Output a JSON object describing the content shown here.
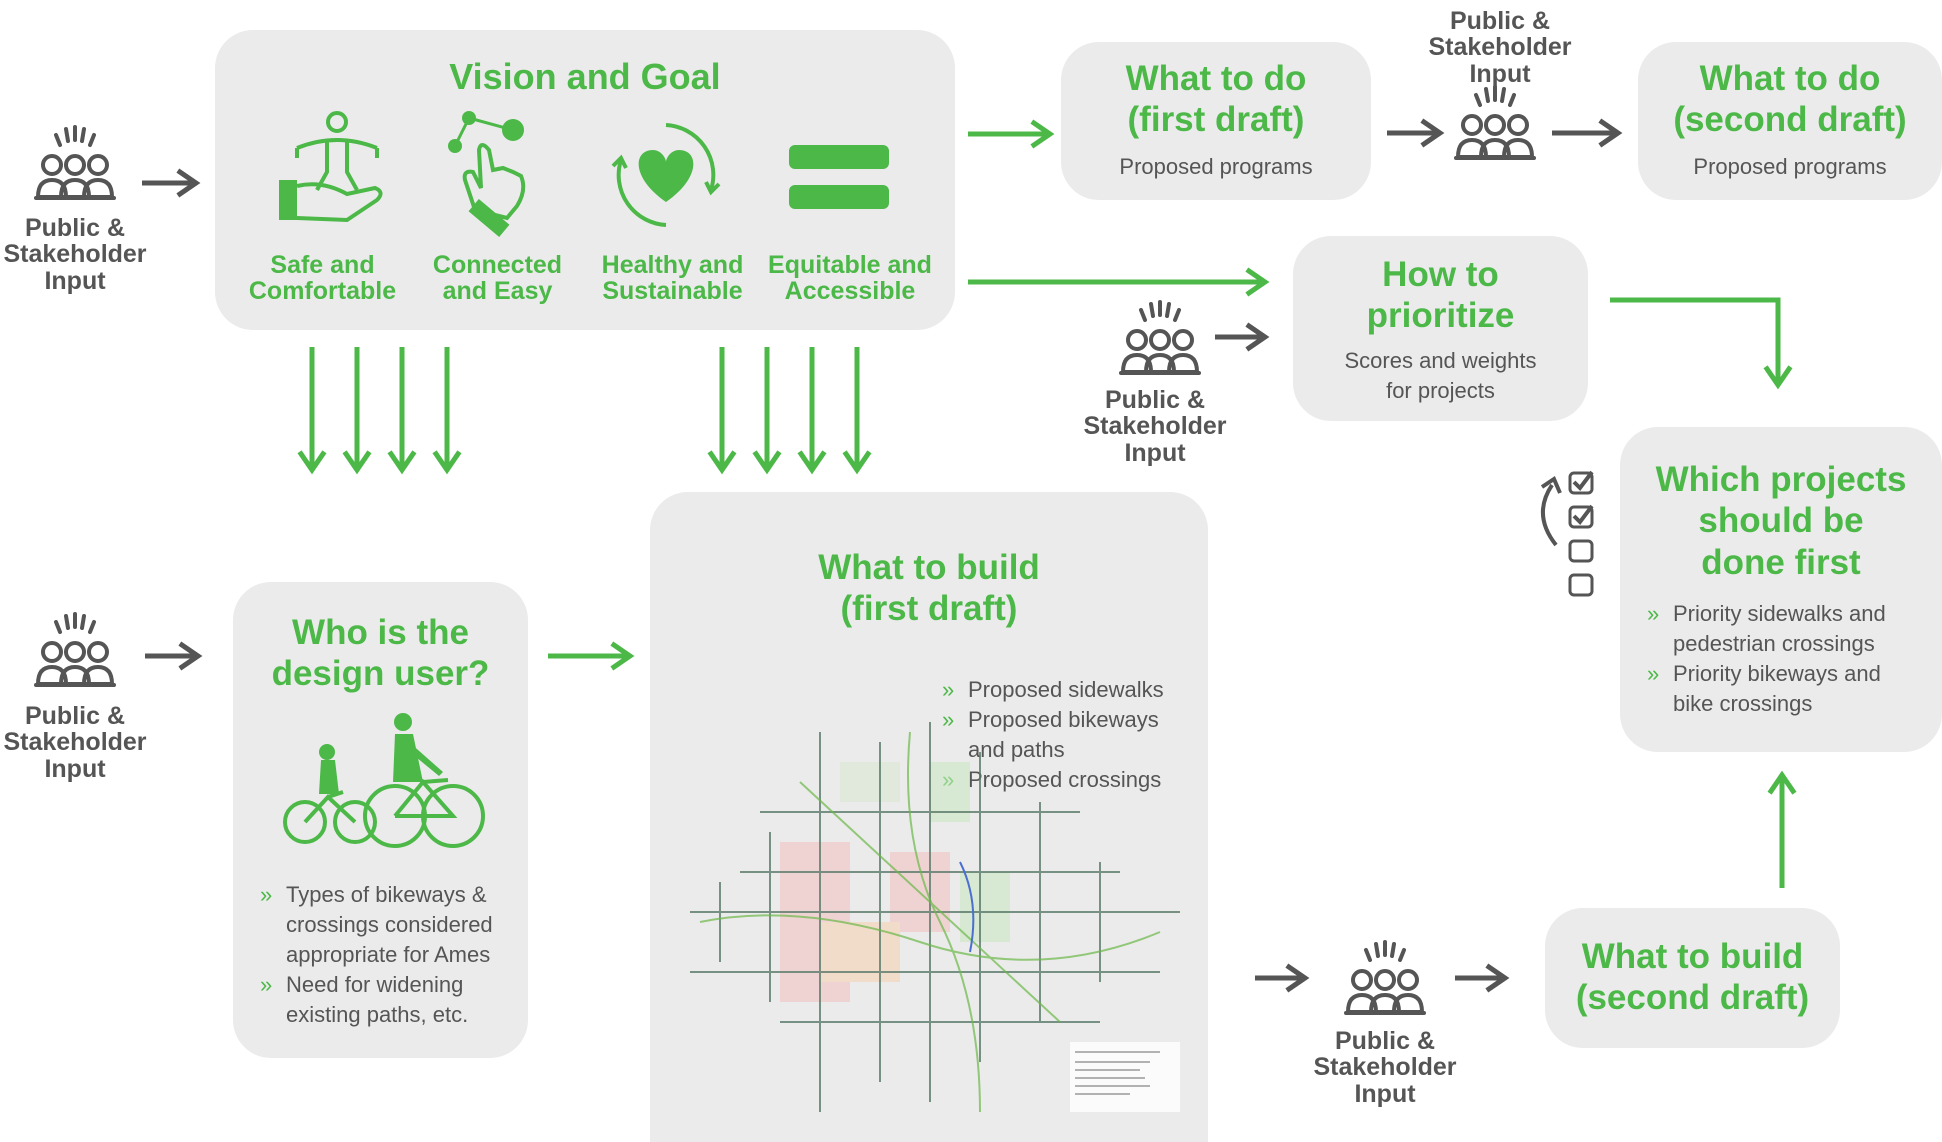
{
  "stakeholder_label": [
    "Public &",
    "Stakeholder",
    "Input"
  ],
  "stakeholder_label_top": [
    "Public & Stakeholder",
    "Input"
  ],
  "vision": {
    "title": "Vision and Goal",
    "goals": [
      {
        "label": [
          "Safe and",
          "Comfortable"
        ],
        "icon": "hand-balance-icon"
      },
      {
        "label": [
          "Connected",
          "and Easy"
        ],
        "icon": "hand-pointer-network-icon"
      },
      {
        "label": [
          "Healthy and",
          "Sustainable"
        ],
        "icon": "heart-cycle-icon"
      },
      {
        "label": [
          "Equitable and",
          "Accessible"
        ],
        "icon": "equals-icon"
      }
    ]
  },
  "what_to_do_first": {
    "title": [
      "What to do",
      "(first draft)"
    ],
    "sub": "Proposed programs"
  },
  "what_to_do_second": {
    "title": [
      "What to do",
      "(second draft)"
    ],
    "sub": "Proposed programs"
  },
  "how_to_prioritize": {
    "title": [
      "How to",
      "prioritize"
    ],
    "sub": [
      "Scores and weights",
      "for projects"
    ]
  },
  "which_projects": {
    "title": [
      "Which projects",
      "should be",
      "done first"
    ],
    "bullets": [
      "Priority sidewalks and pedestrian crossings",
      "Priority bikeways and bike crossings"
    ]
  },
  "design_user": {
    "title": [
      "Who is the",
      "design user?"
    ],
    "bullets": [
      "Types of bikeways & crossings considered appropriate for Ames",
      "Need for widening existing paths, etc."
    ]
  },
  "what_to_build_first": {
    "title": [
      "What to build",
      "(first draft)"
    ],
    "bullets": [
      "Proposed sidewalks",
      "Proposed bikeways and paths",
      "Proposed crossings"
    ]
  },
  "what_to_build_second": {
    "title": [
      "What to build",
      "(second draft)"
    ]
  },
  "colors": {
    "green": "#4cb848",
    "gray": "#555555",
    "box": "#ebebeb"
  }
}
